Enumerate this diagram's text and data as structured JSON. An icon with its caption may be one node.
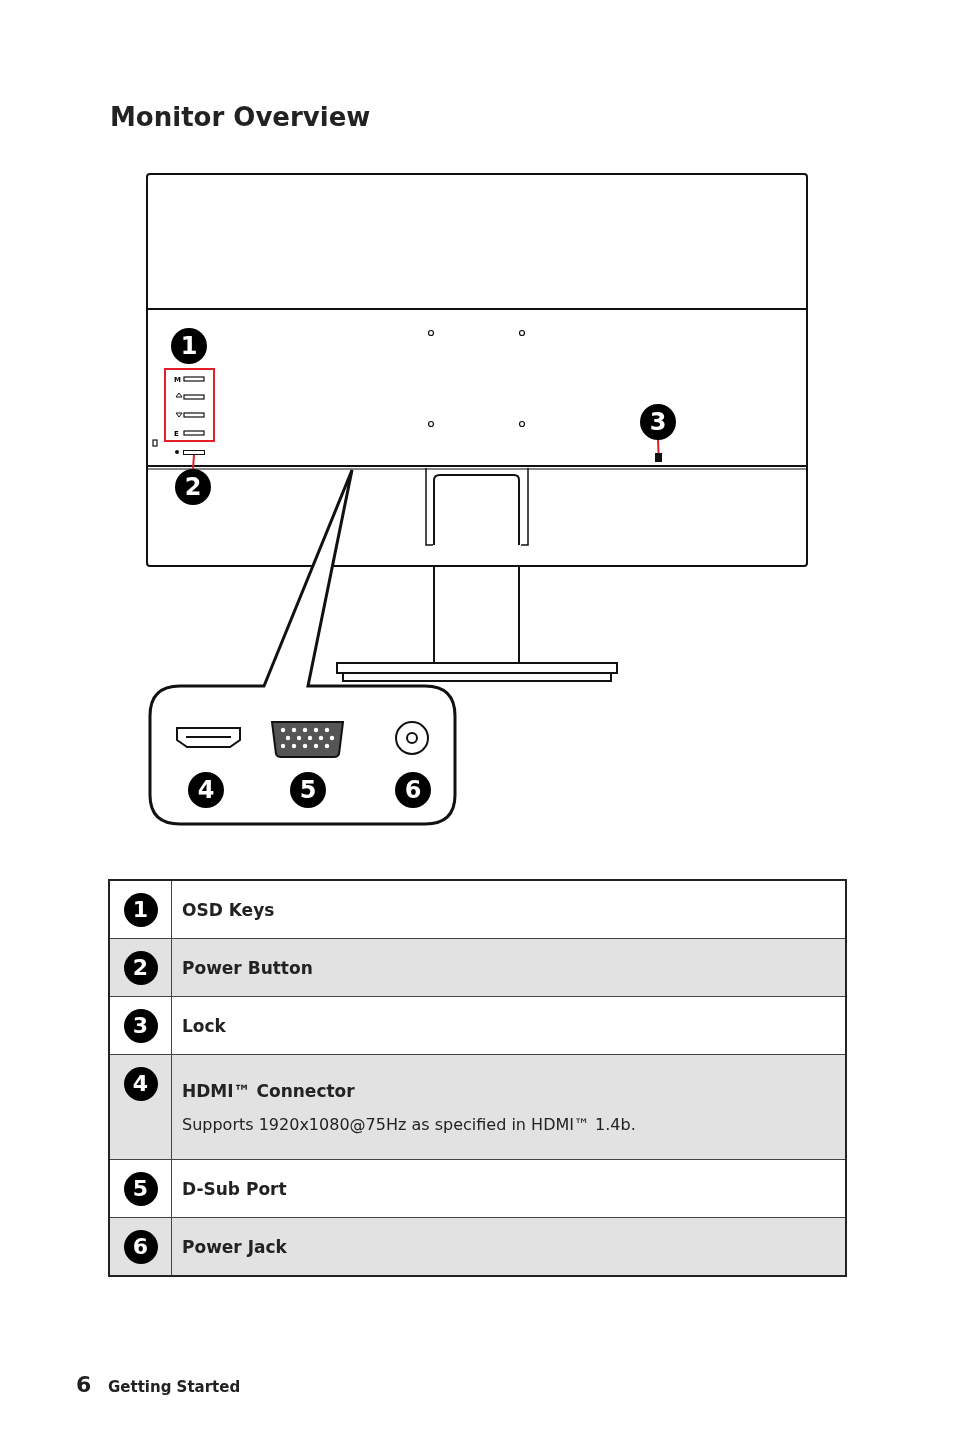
{
  "diagram": {
    "title": "Monitor Overview",
    "nodes": [
      {
        "text": [
          "1"
        ]
      },
      {
        "text": [
          "2"
        ]
      },
      {
        "text": [],
        "shape": "box"
      },
      {
        "text": [
          "3"
        ]
      },
      {
        "text": [],
        "shape": "box"
      },
      {
        "text": [
          "4"
        ]
      },
      {
        "text": [
          "5"
        ]
      },
      {
        "text": [
          "6"
        ]
      },
      {
        "text": [
          "1"
        ]
      },
      {
        "text": [
          "2"
        ]
      },
      {
        "text": [
          "3"
        ]
      },
      {
        "text": [
          "4"
        ]
      },
      {
        "text": [
          "5"
        ]
      },
      {
        "text": [
          "6"
        ]
      }
    ],
    "edges": [
      {
        "from": 1,
        "to": 2,
        "arrow": "none"
      },
      {
        "from": 3,
        "to": 4,
        "arrow": "none"
      }
    ],
    "labels": [
      "M",
      "E",
      "OSD Keys",
      "Power Button",
      "Lock",
      "HDMI™ Connector",
      "Supports 1920x1080@75Hz as specified in HDMI™ 1.4b.",
      "D-Sub Port",
      "Power Jack",
      "6",
      "Getting Started"
    ]
  }
}
